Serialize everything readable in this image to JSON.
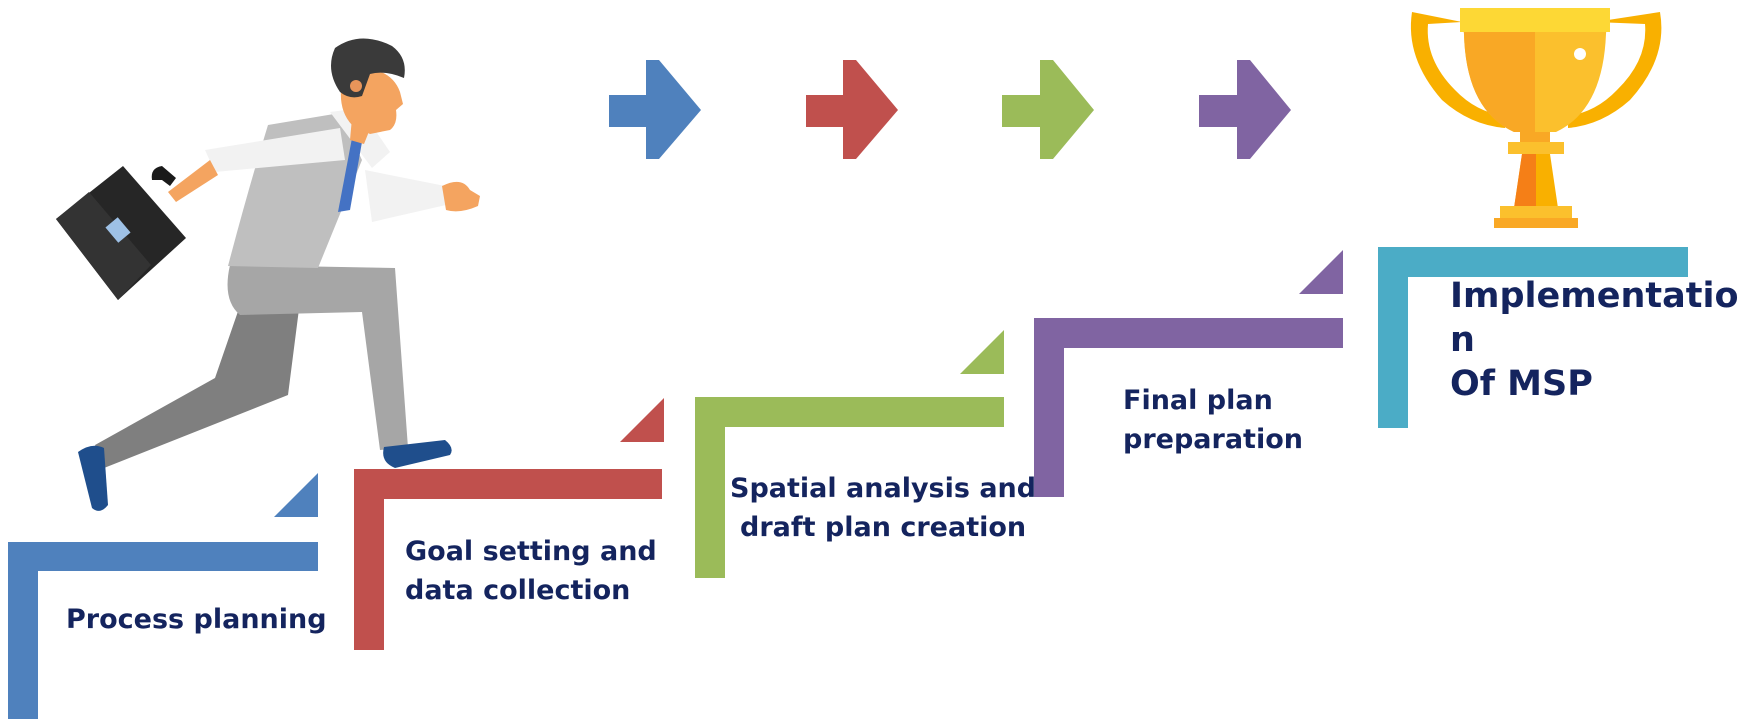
{
  "colors": {
    "blue": "#4f81bd",
    "red": "#c0504d",
    "green": "#9bbb59",
    "purple": "#8064a2",
    "teal": "#4bacc6",
    "gold": "#f9b000",
    "text": "#14245e"
  },
  "steps": [
    {
      "lines": [
        "Process planning"
      ],
      "color": "blue"
    },
    {
      "lines": [
        "Goal setting and",
        "data collection"
      ],
      "color": "red"
    },
    {
      "lines": [
        "Spatial analysis and",
        "draft plan creation"
      ],
      "color": "green"
    },
    {
      "lines": [
        "Final plan",
        "preparation"
      ],
      "color": "purple"
    }
  ],
  "final_step": {
    "line1": "Implementation",
    "line2": "Of MSP",
    "color": "teal"
  },
  "arrows": [
    "blue",
    "red",
    "green",
    "purple"
  ],
  "icons": {
    "runner": "businessman-running-icon",
    "briefcase": "briefcase-icon",
    "trophy": "trophy-icon"
  }
}
